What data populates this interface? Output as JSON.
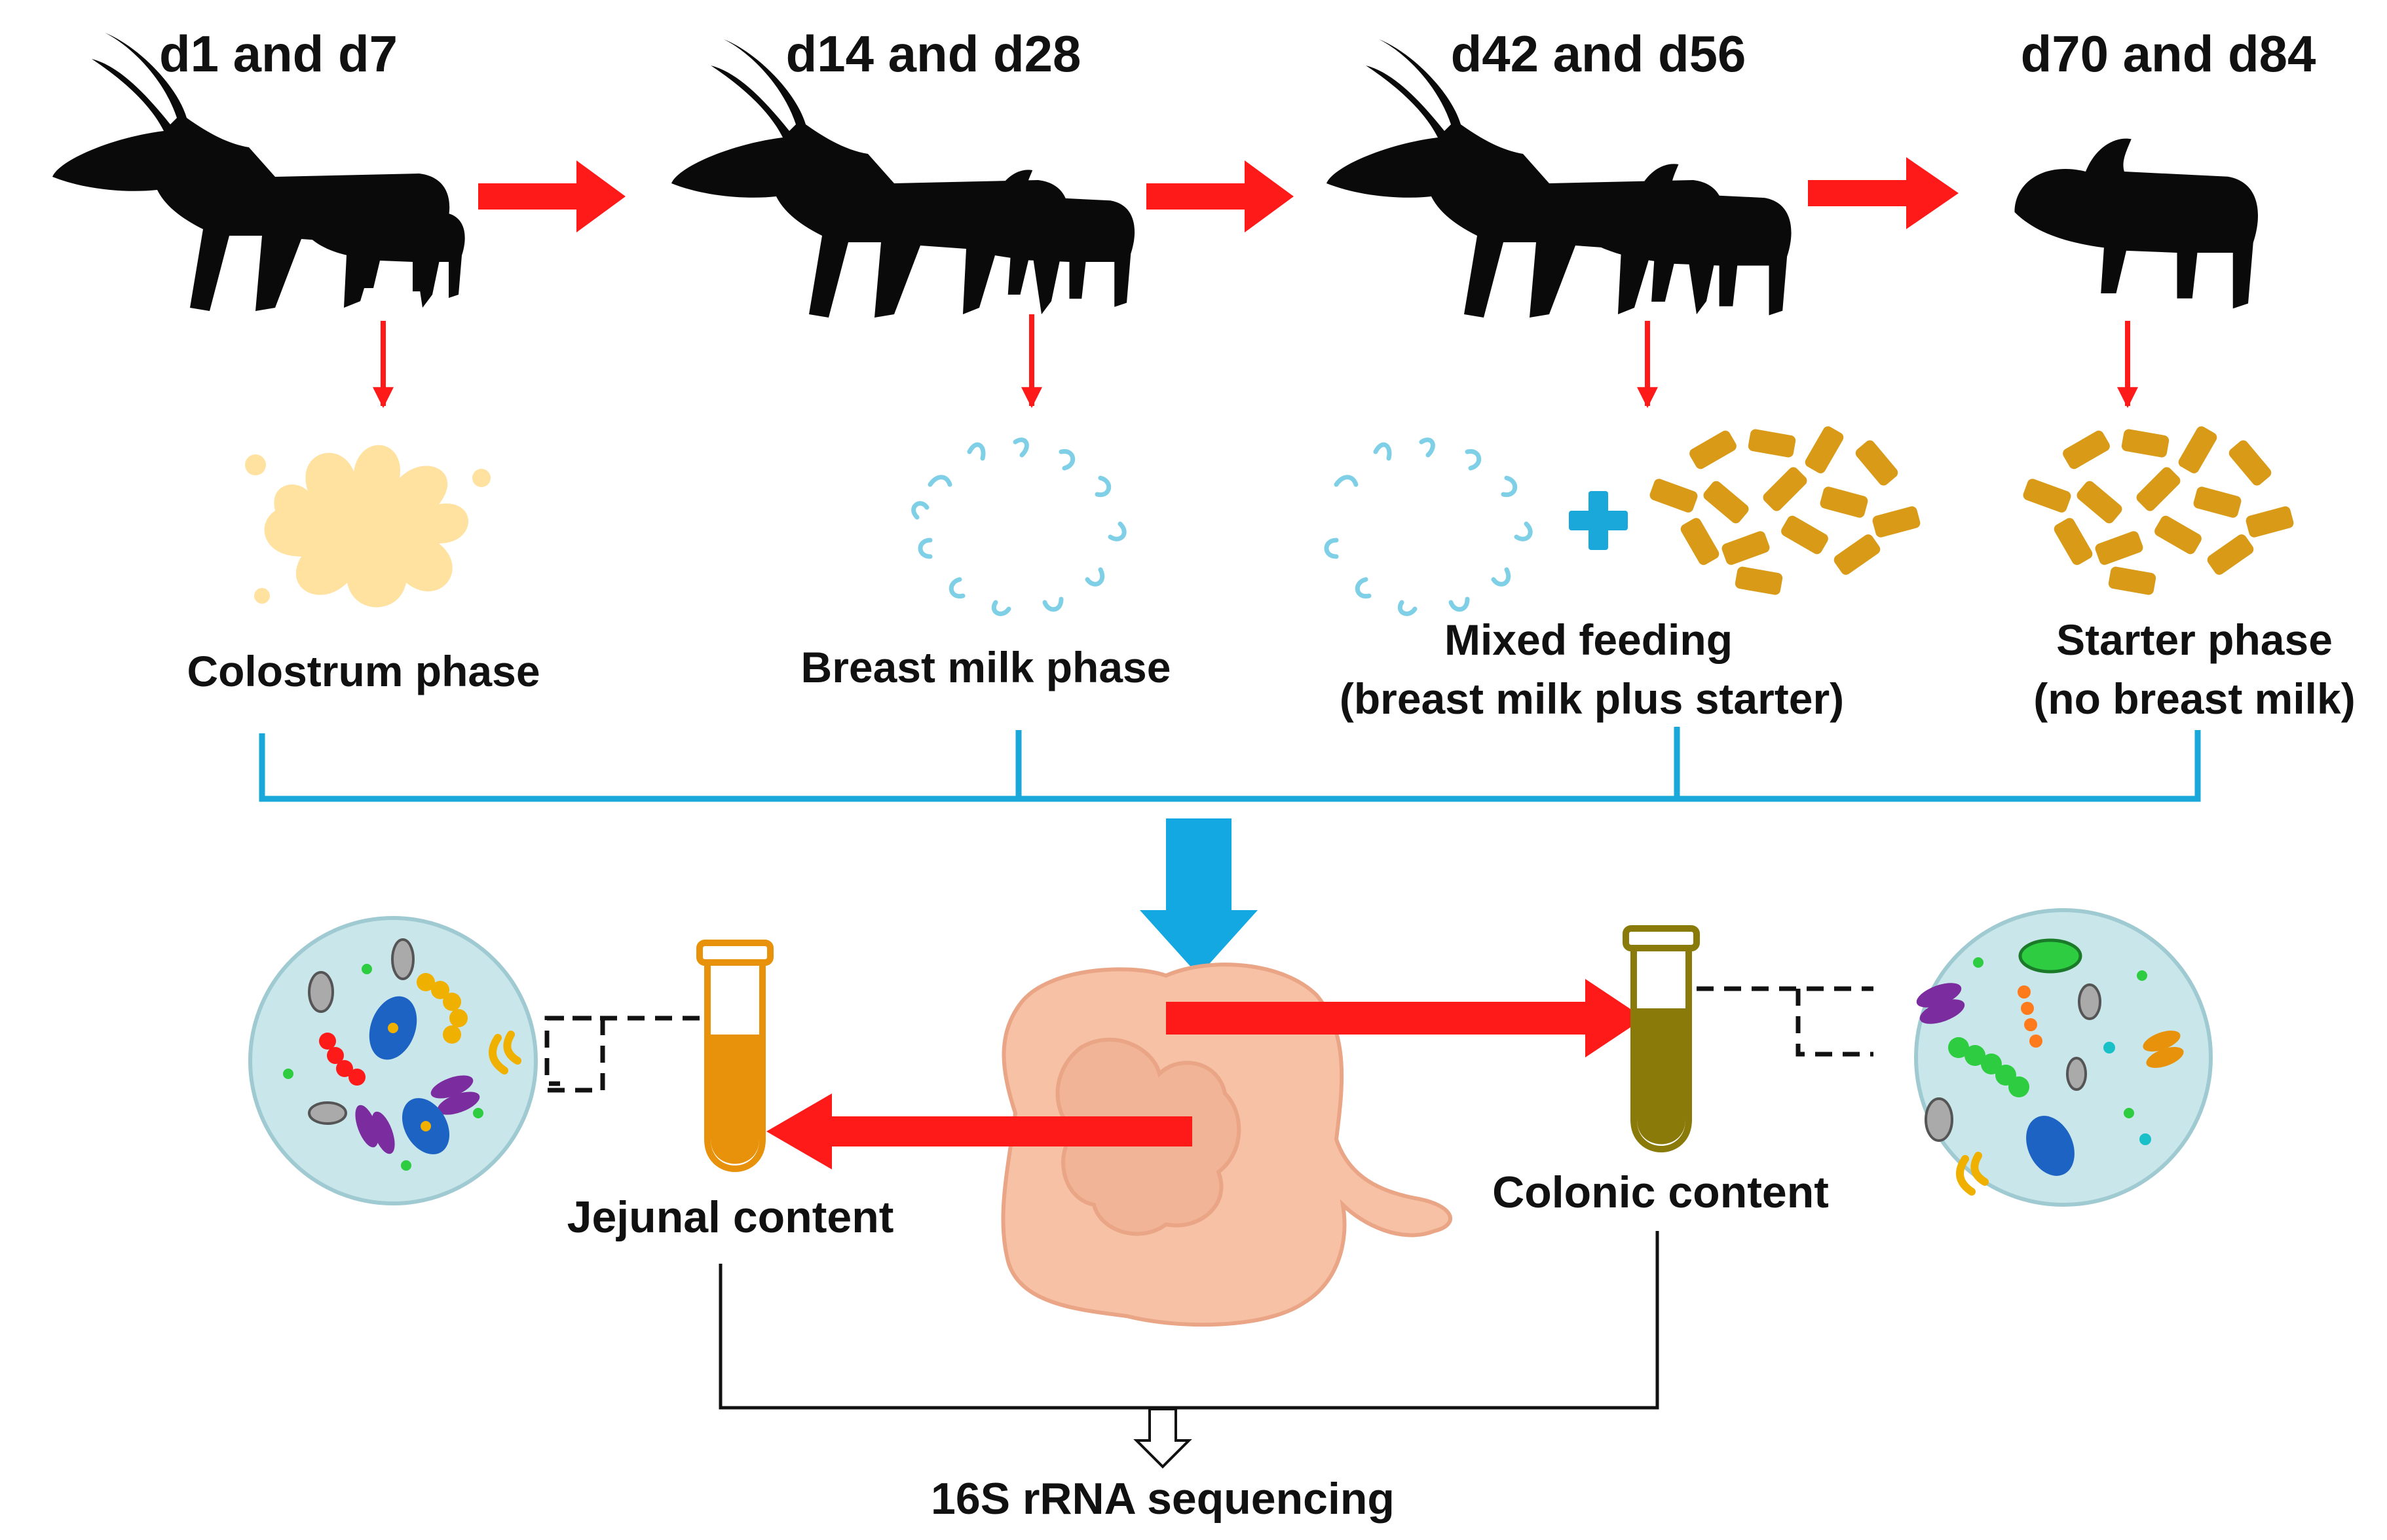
{
  "stages": [
    {
      "day_label": "d1 and d7",
      "phase_lines": [
        "Colostrum phase"
      ],
      "adult_goat": true,
      "kid": true,
      "feed": "colostrum-icon"
    },
    {
      "day_label": "d14 and d28",
      "phase_lines": [
        "Breast milk phase"
      ],
      "adult_goat": true,
      "kid": true,
      "feed": "milk-icon"
    },
    {
      "day_label": "d42 and d56",
      "phase_lines": [
        "Mixed feeding",
        "(breast milk plus starter)"
      ],
      "adult_goat": true,
      "kid": true,
      "feed": "milk-plus-starter-icon"
    },
    {
      "day_label": "d70 and d84",
      "phase_lines": [
        "Starter phase",
        "(no breast milk)"
      ],
      "adult_goat": false,
      "kid": true,
      "feed": "starter-pellets-icon"
    }
  ],
  "samples": {
    "jejunal": {
      "label": "Jejunal content",
      "tube_color": "#e8920c"
    },
    "colonic": {
      "label": "Colonic content",
      "tube_color": "#8a7a0a"
    }
  },
  "method": {
    "label": "16S rRNA sequencing"
  },
  "colors": {
    "arrow_red": "#ff1a1a",
    "bracket_blue": "#1aa7d9",
    "big_arrow_blue": "#14a8e2",
    "colostrum": "#ffe1a0",
    "milk": "#7fd0e6",
    "pellet": "#d99a18",
    "intestine": "#f6c1a4",
    "microbe_bg": "#c9e6ea"
  }
}
